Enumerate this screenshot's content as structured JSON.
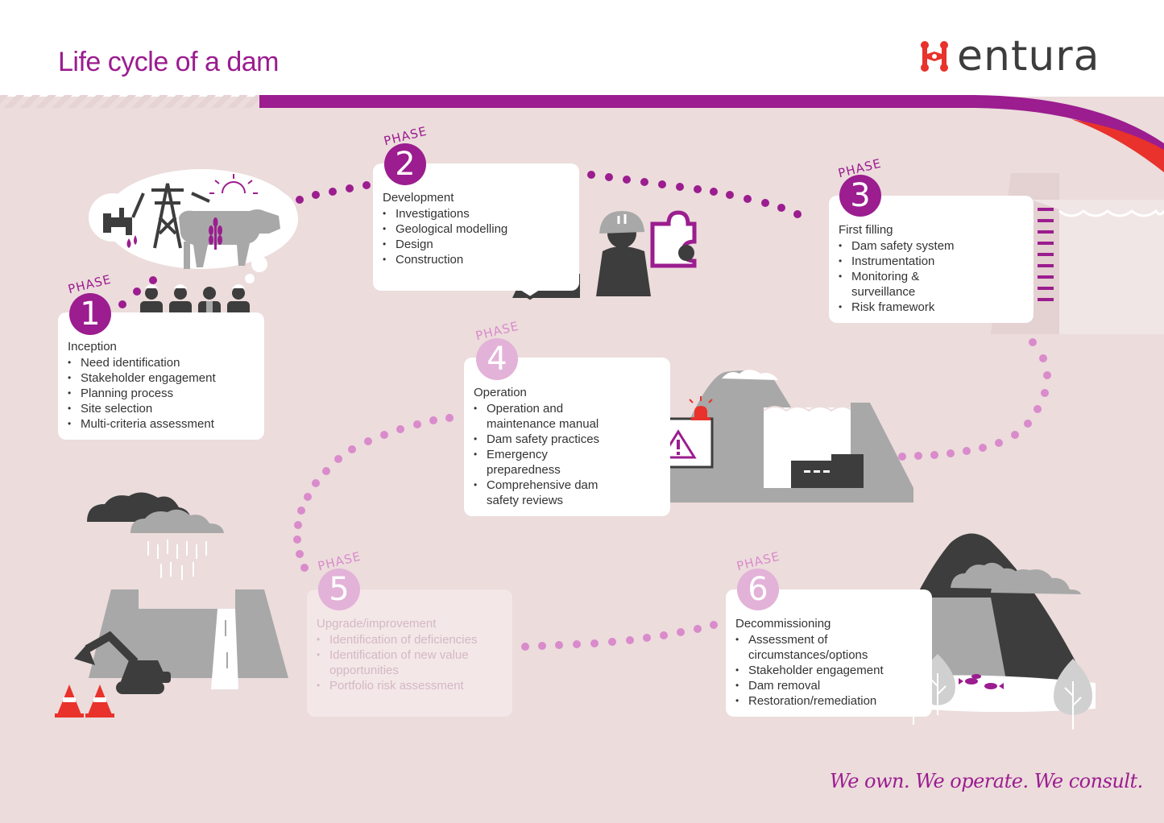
{
  "header": {
    "title": "Life cycle of a dam",
    "logo_text": "entura",
    "tagline": "We own. We operate. We consult."
  },
  "phase_word": "PHASE",
  "phases": [
    {
      "number": "1",
      "title": "Inception",
      "items": [
        "Need identification",
        "Stakeholder engagement",
        "Planning process",
        "Site selection",
        "Multi-criteria assessment"
      ]
    },
    {
      "number": "2",
      "title": "Development",
      "items": [
        "Investigations",
        "Geological modelling",
        "Design",
        "Construction"
      ]
    },
    {
      "number": "3",
      "title": "First filling",
      "items": [
        "Dam safety system",
        "Instrumentation",
        "Monitoring & surveillance",
        "Risk framework"
      ]
    },
    {
      "number": "4",
      "title": "Operation",
      "items": [
        "Operation and maintenance manual",
        "Dam safety practices",
        "Emergency preparedness",
        "Comprehensive dam safety reviews"
      ]
    },
    {
      "number": "5",
      "title": "Upgrade/improvement",
      "items": [
        "Identification of deficiencies",
        "Identification of new value opportunities",
        "Portfolio risk assessment"
      ]
    },
    {
      "number": "6",
      "title": "Decommissioning",
      "items": [
        "Assessment of circumstances/options",
        "Stakeholder engagement",
        "Dam removal",
        "Restoration/remediation"
      ]
    }
  ],
  "colors": {
    "brand_purple": "#9b1d8f",
    "light_purple": "#e3b2d8",
    "brand_red": "#e8322b",
    "background": "#ecdcdc",
    "dark_grey": "#3d3d3d",
    "mid_grey": "#a8a8a8"
  },
  "icons": [
    "water-tap-icon",
    "power-pylon-icon",
    "sun-icon",
    "cow-icon",
    "wheat-icon",
    "people-icon",
    "engineer-icon",
    "puzzle-icon",
    "alarm-icon",
    "warning-icon",
    "dam-icon",
    "cloud-icon",
    "excavator-icon",
    "traffic-cone-icon",
    "mountain-icon",
    "tree-icon",
    "fish-icon"
  ]
}
